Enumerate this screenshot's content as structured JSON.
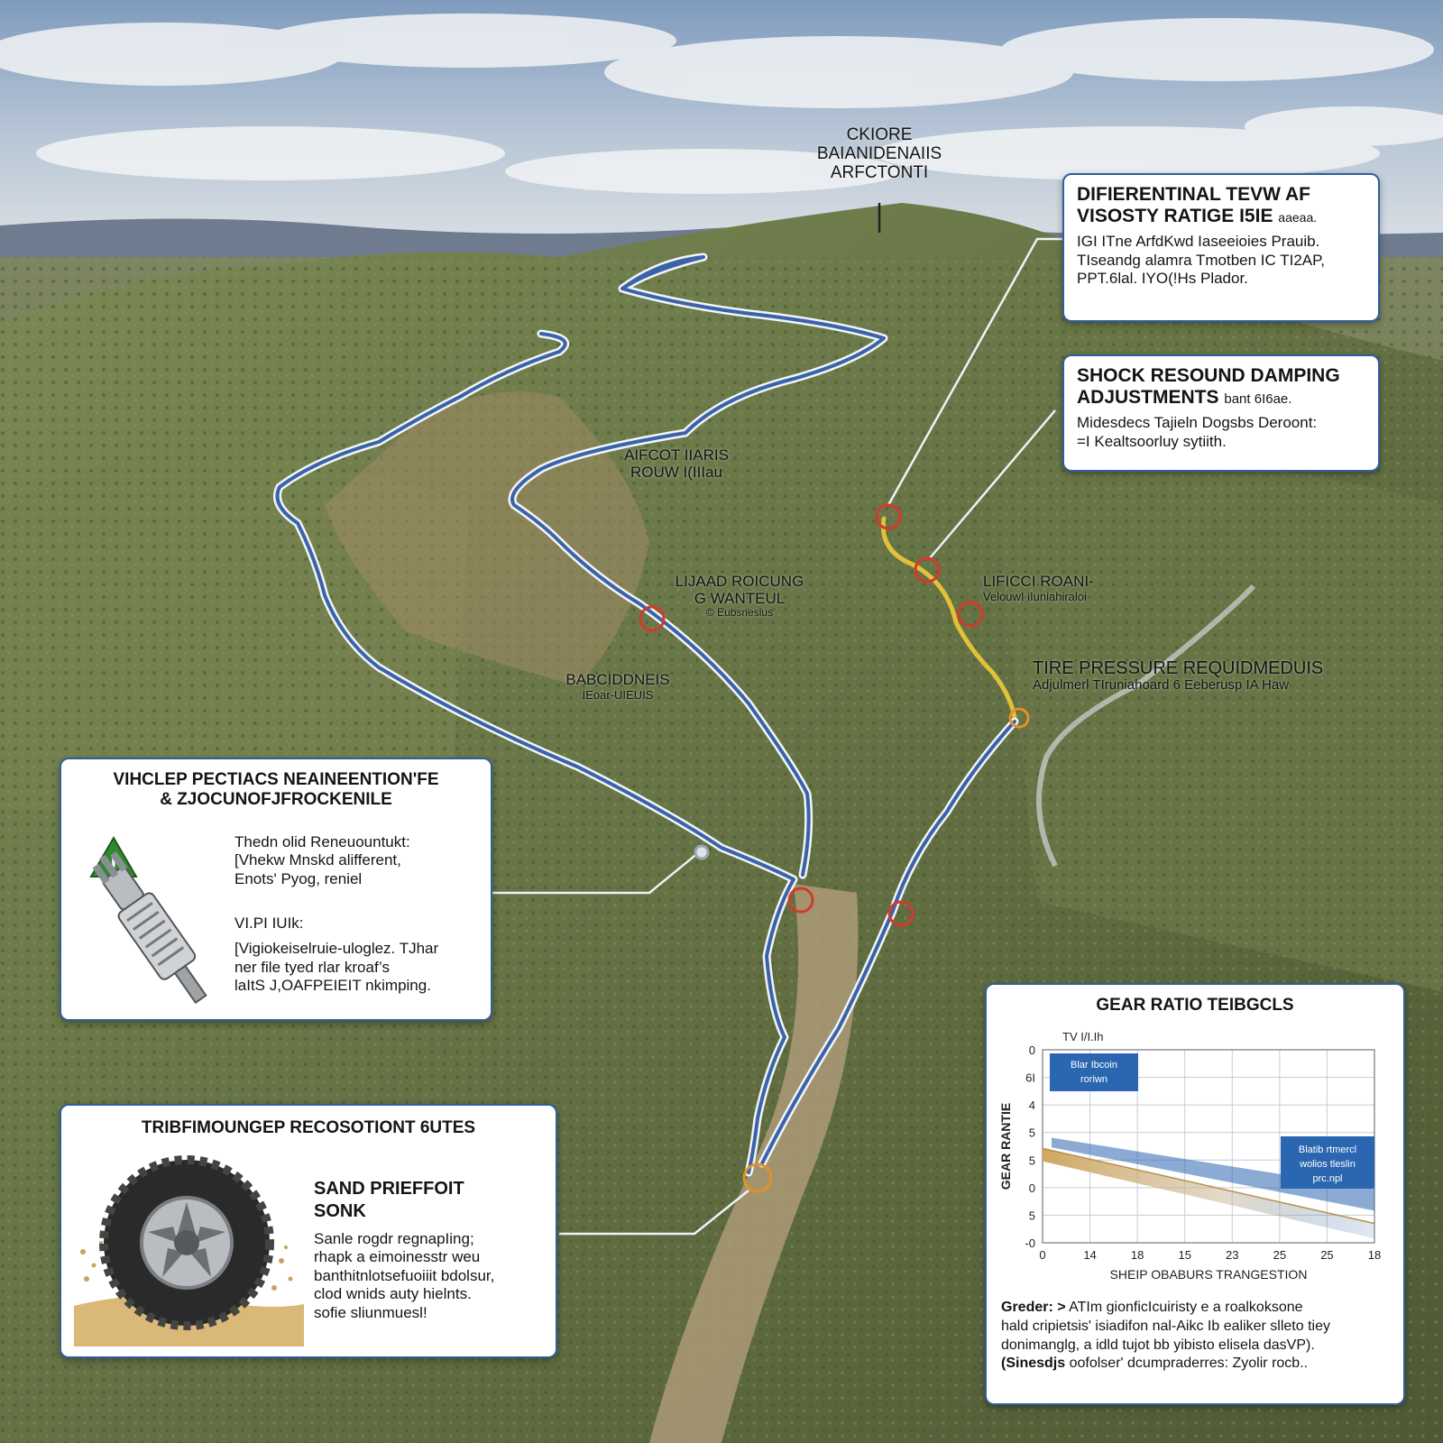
{
  "map_labels": {
    "summit": [
      "CKIORE",
      "BAIANIDENAIIS",
      "ARFCTONTI"
    ],
    "center_ridge": [
      "AIFCOT IIARIS",
      "ROUW I(IIIau"
    ],
    "mid_left": [
      "LIJAAD ROICUNG",
      "G WANTEUL",
      "© Eubsnesius"
    ],
    "lower_left": [
      "BABCIDDNEIS",
      "IEoar-UIEUIS"
    ],
    "right_ridge": [
      "LIFICCI ROANI-",
      "VelouwI iIuniahiraloi"
    ]
  },
  "differential_panel": {
    "heading": [
      "DIFIERENTINAL TEVW AF",
      "VISOSTY RATIGE I5IE"
    ],
    "heading_small": "aaeaa.",
    "lines": [
      "IGI ITne ArfdKwd Iaseeioies Prauib.",
      "TIseandg alamra Tmotben IC TI2AP,",
      "PPT.6lal. IYO(!Hs Plador."
    ]
  },
  "shock_panel": {
    "heading": [
      "SHOCK RESOUND DAMPING",
      "ADJUSTMENTS"
    ],
    "heading_small": "bant 6I6ae.",
    "lines": [
      "Midesdecs Tajieln Dogsbs Deroont:",
      "=I Kealtsoorluy sytiith."
    ]
  },
  "tire_callout": {
    "heading": "TIRE PRESSURE REQUIDMEDUIS",
    "sub": "Adjulmerl TIruniahoard 6 Eeberusp IA Haw"
  },
  "vehicle_panel": {
    "title": [
      "VIHCLEP PECTIACS NEAINEENTION'FE",
      "& ZJOCUNOFJFROCKENILE"
    ],
    "block1": [
      "Thedn olid Reneuountukt:",
      "[Vhekw Mnskd alifferent,",
      "Enots' Pyog, reniel"
    ],
    "block2_head": "VI.PI IUIk:",
    "block2": [
      "[Vigiokeiselruie-uloglez. TJhar",
      "ner file tyed rlar kroaf’s",
      "laItS J,OAFPEIEIT nkimping."
    ]
  },
  "traction_panel": {
    "title": "TRIBFIMOUNGEP RECOSOTIONT 6UTES",
    "sub_heading": [
      "SAND PRIEFFOIT",
      "SONK"
    ],
    "lines": [
      "Sanle rogdr regnapIing;",
      "rhapk a eimoinesstr weu",
      "banthitnlotsefuoiiit bdolsur,",
      "clod wnids auty hielnts.",
      "sofie sliunmuesl!"
    ]
  },
  "gear_panel": {
    "title": "GEAR RATIO TEIBGCLS",
    "footer": [
      {
        "bold": "Greder: >",
        "text": "ATIm gionficIcuiristy e a roalkoksone"
      },
      {
        "bold": "",
        "text": "hald cripietsis' isiadifon nal-Aikc Ib ealiker slleto tiey"
      },
      {
        "bold": "",
        "text": "donimanglg, a idld tujot bb yibisto elisela dasVP)."
      },
      {
        "bold": "(Sinesdjs",
        "text": "oofolser' dcumpraderres: Zyolir rocb.."
      }
    ]
  },
  "chart_data": {
    "type": "area",
    "title": "GEAR RATIO TEIBGCLS",
    "xlabel": "SHEIP OBABURS TRANGESTION",
    "ylabel": "GEAR RANTIE",
    "y_unit_label": "TV I/I.Ih",
    "x_ticks": [
      "0",
      "14",
      "18",
      "15",
      "23",
      "25",
      "25",
      "18"
    ],
    "y_ticks": [
      "0",
      "6I",
      "4",
      "5",
      "5",
      "0",
      "5",
      "-0"
    ],
    "series": [
      {
        "name": "Blar Ibcoin roriwn",
        "start": 4.4,
        "end": 0.9,
        "color": "#d1a860"
      },
      {
        "name": "Blatib rtmercl wolios tleslin prc.npl",
        "start": 5.4,
        "end": 1.5,
        "color": "#2b66b0"
      }
    ],
    "ylim": [
      0,
      9
    ],
    "grid": true,
    "legend": "top-left"
  },
  "colors": {
    "panel_border": "#2f5f9e",
    "route_blue": "#3a63a8",
    "route_yellow": "#e2c13a",
    "marker_red": "#d33a2c",
    "marker_orange": "#e09326",
    "warning_green": "#2f8a2e"
  }
}
